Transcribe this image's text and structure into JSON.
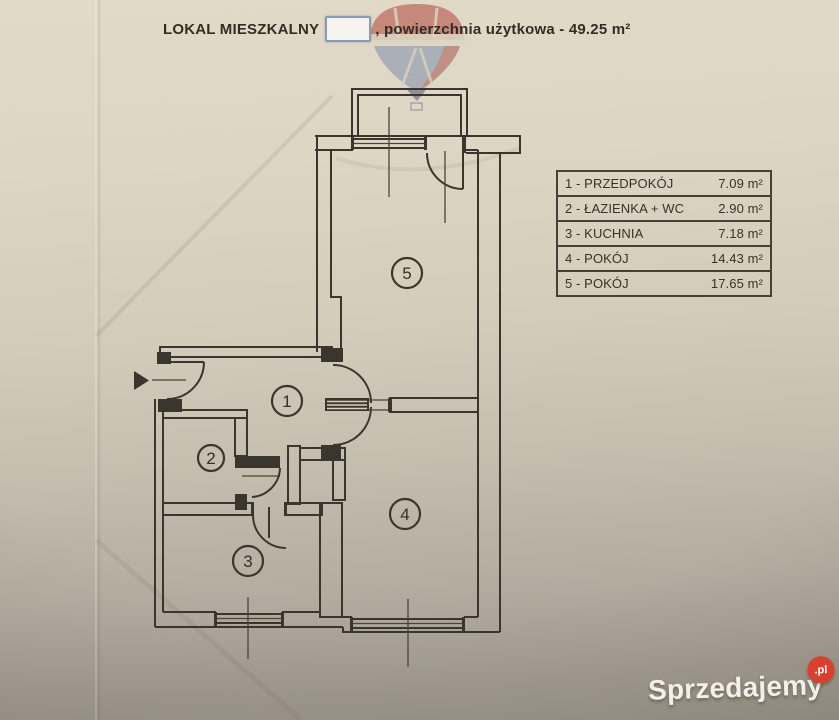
{
  "document": {
    "title_prefix": "LOKAL MIESZKALNY",
    "title_suffix": ", powierzchnia użytkowa - 49.25 m²"
  },
  "legend": {
    "rows": [
      {
        "label": "1 - PRZEDPOKÓJ",
        "area": "7.09 m²"
      },
      {
        "label": "2 - ŁAZIENKA + WC",
        "area": "2.90 m²"
      },
      {
        "label": "3 - KUCHNIA",
        "area": "7.18 m²"
      },
      {
        "label": "4 - POKÓJ",
        "area": "14.43 m²"
      },
      {
        "label": "5 - POKÓJ",
        "area": "17.65 m²"
      }
    ]
  },
  "plan": {
    "room_numbers": {
      "hall": "1",
      "bathroom": "2",
      "kitchen": "3",
      "room4": "4",
      "room5": "5"
    }
  },
  "watermark": {
    "icon": "remax-balloon-logo",
    "red": "#b5574c",
    "navy": "#8c96af",
    "tip": "#5f6683"
  },
  "footer": {
    "brand": "Sprzedajemy",
    "tld": ".pl",
    "badge_color": "#d8402f"
  },
  "colors": {
    "ink": "#3b362d",
    "paper_top": "#e0d8c6",
    "paper_bottom": "#9b948a"
  }
}
